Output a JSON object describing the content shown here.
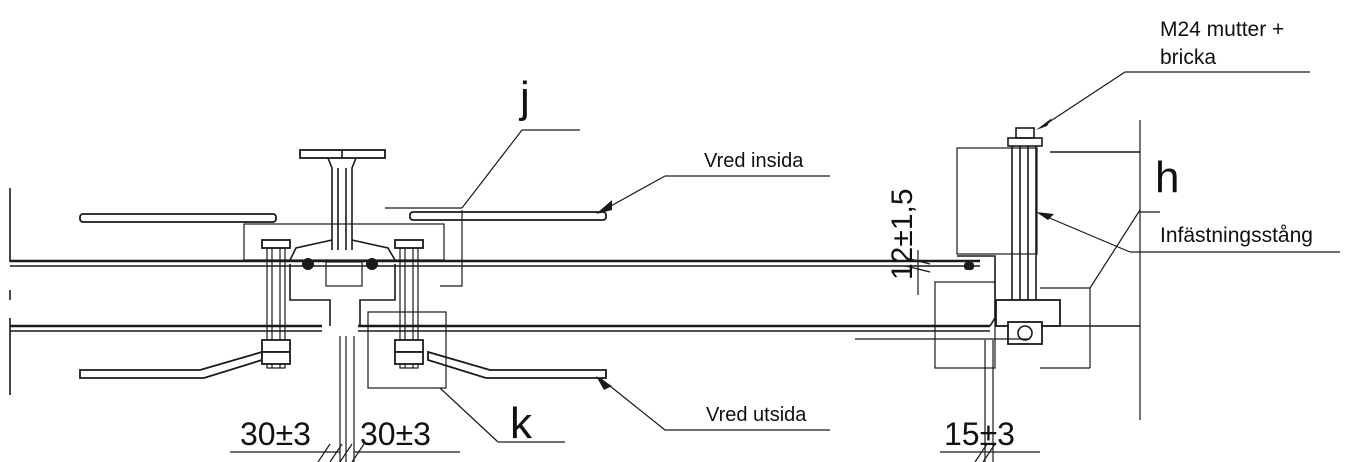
{
  "drawing": {
    "labels": {
      "nut_line1": "M24 mutter +",
      "nut_line2": "bricka",
      "handle_inside": "Vred insida",
      "handle_outside": "Vred utsida",
      "rod": "Infästningsstång",
      "detail_j": "j",
      "detail_k": "k",
      "detail_h": "h"
    },
    "dimensions": {
      "gap_vertical": "12±1,5",
      "left_gap_1": "30±3",
      "left_gap_2": "30±3",
      "right_gap": "15±3"
    }
  }
}
